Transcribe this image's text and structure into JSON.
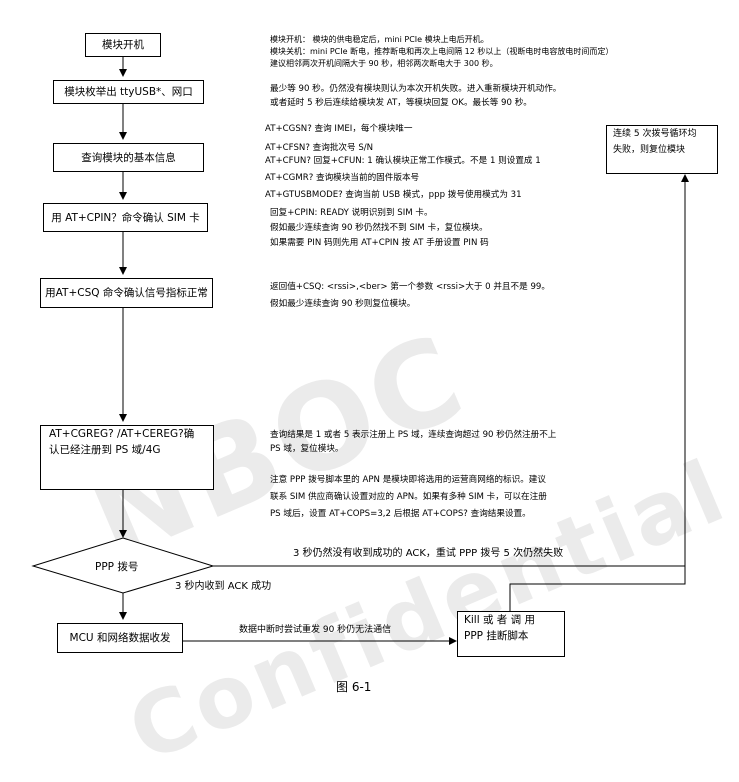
{
  "watermark": {
    "line1": "NBOC",
    "line2": "Confidential"
  },
  "flow": {
    "boot": "模块开机",
    "enum": "模块枚举出 ttyUSB*、网口",
    "query_info": "查询模块的基本信息",
    "cpin": "用 AT+CPIN？命令确认 SIM 卡",
    "csq": "用AT+CSQ 命令确认信号指标正常",
    "creg_l1": "AT+CGREG? /AT+CEREG?确",
    "creg_l2": "认已经注册到 PS 域/4G",
    "ppp": "PPP 拨号",
    "mcu": "MCU 和网络数据收发",
    "kill_l1": "Kill  或 者 调 用",
    "kill_l2": "PPP 挂断脚本",
    "reset_l1": "连续 5 次拨号循环均",
    "reset_l2": "失败，则复位模块"
  },
  "labels": {
    "ppp_fail": "3 秒仍然没有收到成功的 ACK，重试 PPP 拨号 5 次仍然失败",
    "ack_ok": "3 秒内收到 ACK 成功",
    "data_retry": "数据中断时尝试重发 90 秒仍无法通信",
    "caption": "图 6-1"
  },
  "notes": {
    "boot": [
      "模块开机：  模块的供电稳定后，mini PCIe 模块上电后开机。",
      "模块关机：mini PCIe 断电，推荐断电和再次上电间隔 12 秒以上（视断电时电容放电时间而定）",
      "建议相邻两次开机间隔大于 90 秒，相邻两次断电大于 300 秒。"
    ],
    "enum": [
      "最少等 90 秒。仍然没有模块则认为本次开机失败。进入重新模块开机动作。",
      "或者延时 5 秒后连续给模块发 AT，等模块回复 OK。最长等 90 秒。"
    ],
    "info": [
      "AT+CGSN?    查询 IMEI，每个模块唯一",
      "AT+CFSN?    查询批次号 S/N",
      "AT+CFUN?    回复+CFUN: 1  确认模块正常工作模式。不是 1 则设置成 1",
      "AT+CGMR?    查询模块当前的固件版本号",
      "AT+GTUSBMODE? 查询当前 USB 模式，ppp 拨号使用模式为 31"
    ],
    "cpin": [
      "回复+CPIN: READY 说明识别到 SIM 卡。",
      "假如最少连续查询 90 秒仍然找不到 SIM 卡，复位模块。",
      "如果需要 PIN 码则先用 AT+CPIN 按 AT 手册设置 PIN 码"
    ],
    "csq": [
      "返回值+CSQ: <rssi>,<ber> 第一个参数 <rssi>大于 0 并且不是 99。",
      "假如最少连续查询 90 秒则复位模块。"
    ],
    "creg": [
      "查询结果是 1 或者 5 表示注册上 PS 域，连续查询超过 90 秒仍然注册不上",
      "PS 域，复位模块。"
    ],
    "apn": [
      "注意 PPP 拨号脚本里的 APN 是模块即将选用的运营商网络的标识。建议",
      "联系 SIM 供应商确认设置对应的 APN。如果有多种 SIM 卡，可以在注册",
      "PS 域后，设置 AT+COPS=3,2 后根据 AT+COPS? 查询结果设置。"
    ]
  }
}
